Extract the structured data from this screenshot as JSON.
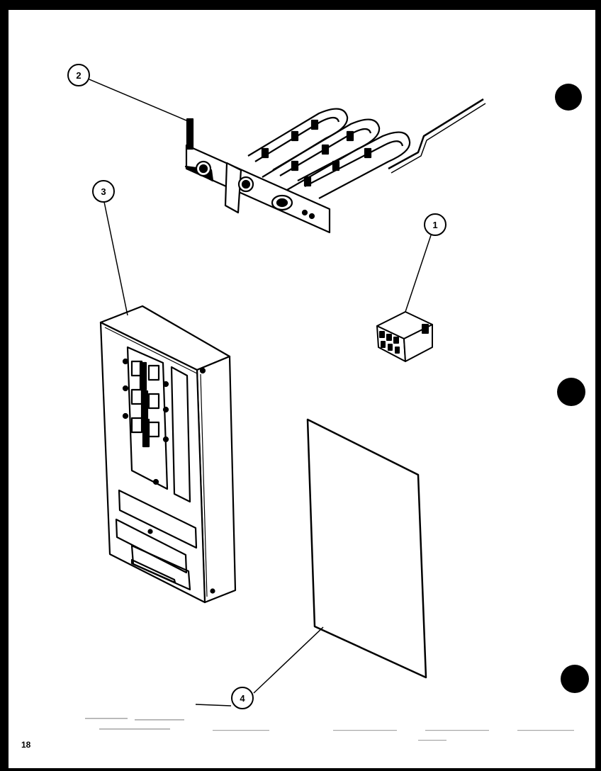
{
  "callouts": {
    "contactor": "1",
    "heater_assembly": "2",
    "control_box": "3",
    "panel": "4"
  },
  "page_number": "18",
  "colors": {
    "ink": "#000000",
    "paper": "#ffffff"
  }
}
